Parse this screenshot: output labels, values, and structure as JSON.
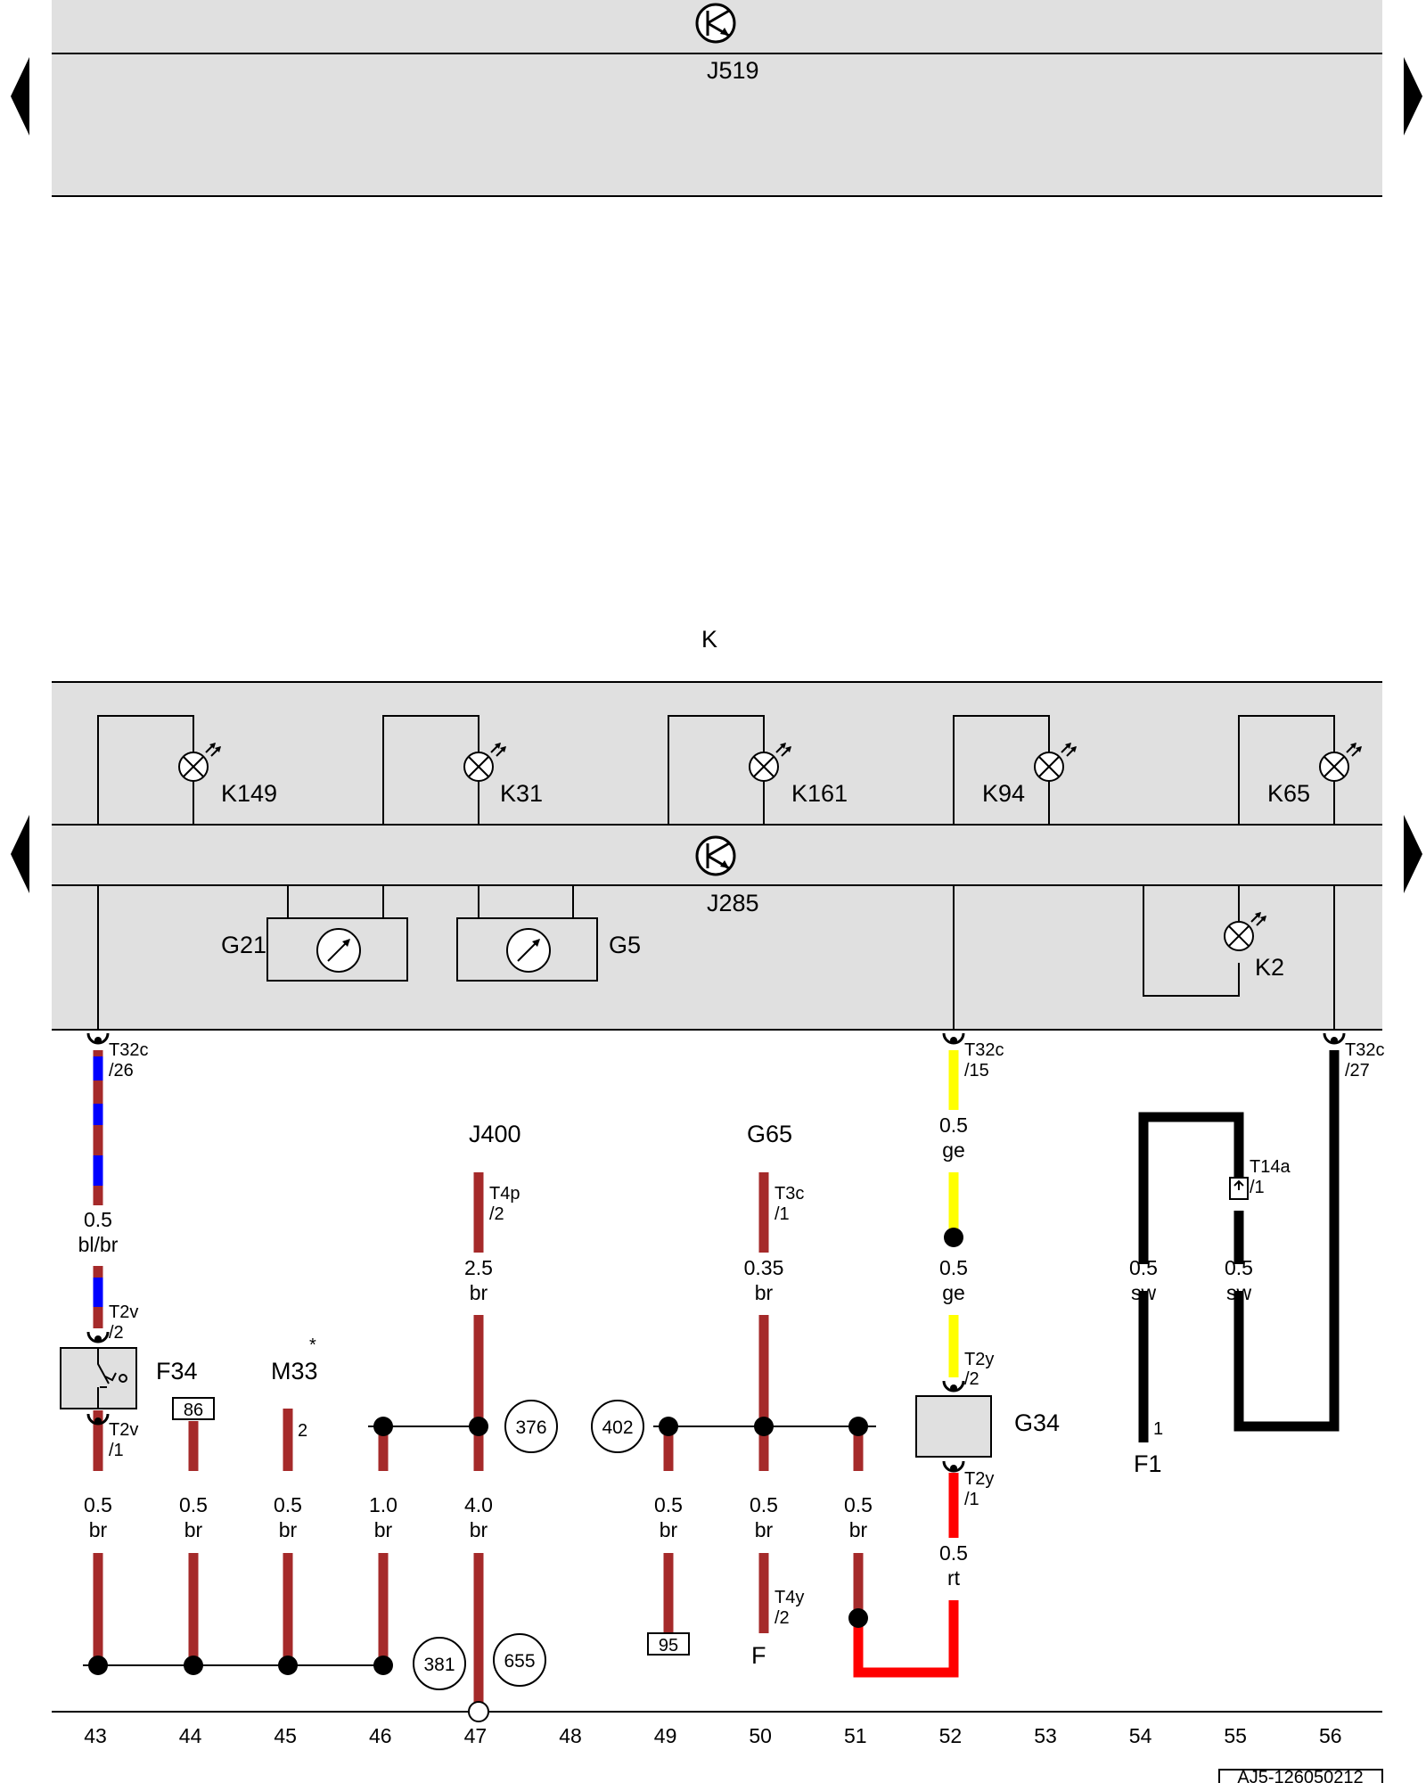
{
  "components": {
    "j519": "J519",
    "k": "K",
    "k149": "K149",
    "k31": "K31",
    "k161": "K161",
    "k94": "K94",
    "k65": "K65",
    "j285": "J285",
    "g21": "G21",
    "g5": "G5",
    "k2": "K2",
    "j400": "J400",
    "g65": "G65",
    "f34": "F34",
    "m33": "M33",
    "m33_note": "*",
    "g34": "G34",
    "f1": "F1",
    "f": "F"
  },
  "connectors": {
    "t32c_26": [
      "T32c",
      "/26"
    ],
    "t32c_15": [
      "T32c",
      "/15"
    ],
    "t32c_27": [
      "T32c",
      "/27"
    ],
    "t2v_2": [
      "T2v",
      "/2"
    ],
    "t2v_1": [
      "T2v",
      "/1"
    ],
    "t4p_2": [
      "T4p",
      "/2"
    ],
    "t3c_1": [
      "T3c",
      "/1"
    ],
    "t2y_2": [
      "T2y",
      "/2"
    ],
    "t2y_1": [
      "T2y",
      "/1"
    ],
    "t14a_1": [
      "T14a",
      "/1"
    ],
    "t4y_2": [
      "T4y",
      "/2"
    ]
  },
  "pins": {
    "f34_box": "86",
    "m33_pin": "2",
    "f1_pin": "1",
    "ground_box": "95"
  },
  "wires": {
    "w43_top": [
      "0.5",
      "bl/br"
    ],
    "w43": [
      "0.5",
      "br"
    ],
    "w44": [
      "0.5",
      "br"
    ],
    "w45": [
      "0.5",
      "br"
    ],
    "w46": [
      "1.0",
      "br"
    ],
    "w47_top": [
      "2.5",
      "br"
    ],
    "w47": [
      "4.0",
      "br"
    ],
    "w49": [
      "0.5",
      "br"
    ],
    "w50_top": [
      "0.35",
      "br"
    ],
    "w50": [
      "0.5",
      "br"
    ],
    "w51": [
      "0.5",
      "br"
    ],
    "w52_top": [
      "0.5",
      "ge"
    ],
    "w52_mid": [
      "0.5",
      "ge"
    ],
    "w52_bot": [
      "0.5",
      "rt"
    ],
    "w54": [
      "0.5",
      "sw"
    ],
    "w55": [
      "0.5",
      "sw"
    ]
  },
  "circles": {
    "c376": "376",
    "c402": "402",
    "c381": "381",
    "c655": "655"
  },
  "columns": [
    "43",
    "44",
    "45",
    "46",
    "47",
    "48",
    "49",
    "50",
    "51",
    "52",
    "53",
    "54",
    "55",
    "56"
  ],
  "footer_code": "AJ5-126050212",
  "colors": {
    "panel": "#e0e0e0",
    "brown": "#a52a2a",
    "blue": "#0000ff",
    "yellow": "#ffff00",
    "red": "#ff0000",
    "black": "#000000"
  }
}
